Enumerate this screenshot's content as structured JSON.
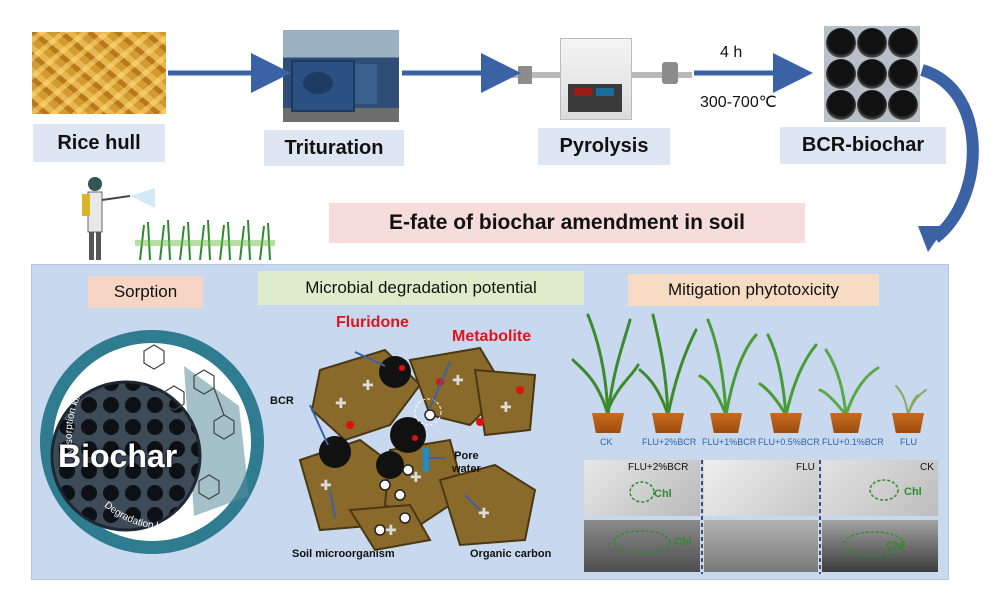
{
  "process": {
    "step1": "Rice hull",
    "step2": "Trituration",
    "step3": "Pyrolysis",
    "step4": "BCR-biochar",
    "condition_time": "4 h",
    "condition_temp": "300-700℃"
  },
  "center_title": "E-fate of biochar amendment in soil",
  "panels": {
    "sorption": {
      "title": "Sorption",
      "center": "Biochar",
      "arc_top": "Adsorption kinetics",
      "arc_bottom": "Degradation kinetics"
    },
    "microbial": {
      "title": "Microbial degradation potential",
      "fluridone": "Fluridone",
      "metabolite": "Metabolite",
      "bcr": "BCR",
      "pore_water": "Pore\nwater",
      "soil_microorganism": "Soil microorganism",
      "organic_carbon": "Organic carbon"
    },
    "phyto": {
      "title": "Mitigation phytotoxicity",
      "plants": [
        "CK",
        "FLU+2%BCR",
        "FLU+1%BCR",
        "FLU+0.5%BCR",
        "FLU+0.1%BCR",
        "FLU"
      ],
      "tem_labels": [
        "FLU+2%BCR",
        "FLU",
        "CK"
      ],
      "chl": "Chl"
    }
  },
  "colors": {
    "arrow": "#3a62a5",
    "label_bg": "#dfe6f3",
    "panel_bg": "#c8d9ef",
    "title_bg": "#f7dcdc",
    "sorption_bg": "#f6d5c5",
    "microbial_bg": "#dfeccb",
    "phyto_bg": "#f7dcc4",
    "red_text": "#e0141c",
    "soil": "#8a6a2a"
  }
}
